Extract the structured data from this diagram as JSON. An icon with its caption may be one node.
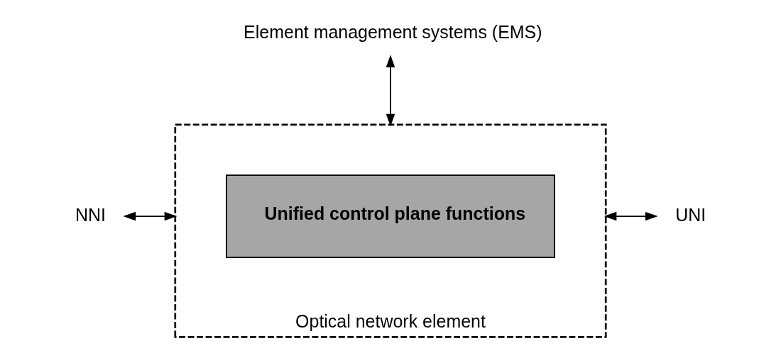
{
  "diagram": {
    "nodes": [
      {
        "text": [
          "Optical network element"
        ]
      },
      {
        "text": [
          "Unified control plane functions"
        ],
        "in": 0
      },
      {
        "text": [
          "Element management systems (EMS)"
        ]
      },
      {
        "text": [
          "NNI"
        ]
      },
      {
        "text": [
          "UNI"
        ]
      }
    ],
    "edges": [
      {
        "from": 2,
        "to": 0,
        "arrow": "both"
      },
      {
        "from": 3,
        "to": 0,
        "arrow": "both"
      },
      {
        "from": 0,
        "to": 4,
        "arrow": "both"
      }
    ]
  }
}
